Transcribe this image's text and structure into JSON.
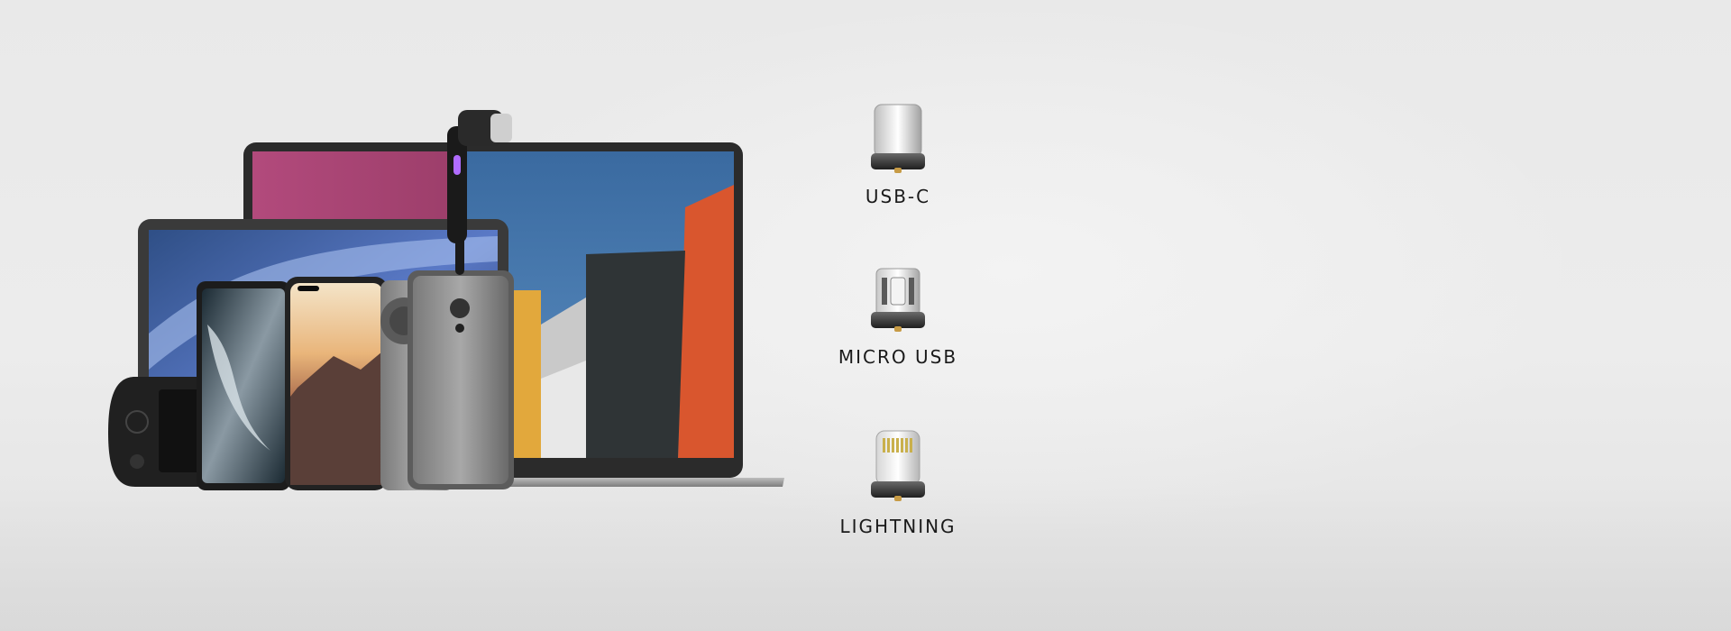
{
  "connectors": {
    "usb_c": {
      "label": "USB-C",
      "icon": "usb-c-plug-icon"
    },
    "micro_usb": {
      "label": "MICRO USB",
      "icon": "micro-usb-plug-icon"
    },
    "lightning": {
      "label": "LIGHTNING",
      "icon": "lightning-plug-icon"
    }
  },
  "colors": {
    "background": "#ebebeb",
    "label_text": "#1a1a1a",
    "laptop_screen_blue": "#3e6d9e",
    "laptop_screen_pink": "#b04a78",
    "building_orange": "#d9562e",
    "building_yellow": "#e2a83c",
    "led_purple": "#b06cff"
  },
  "devices": [
    "laptop-icon",
    "tablet-icon",
    "game-console-icon",
    "phone-icon",
    "magnetic-cable-icon"
  ]
}
